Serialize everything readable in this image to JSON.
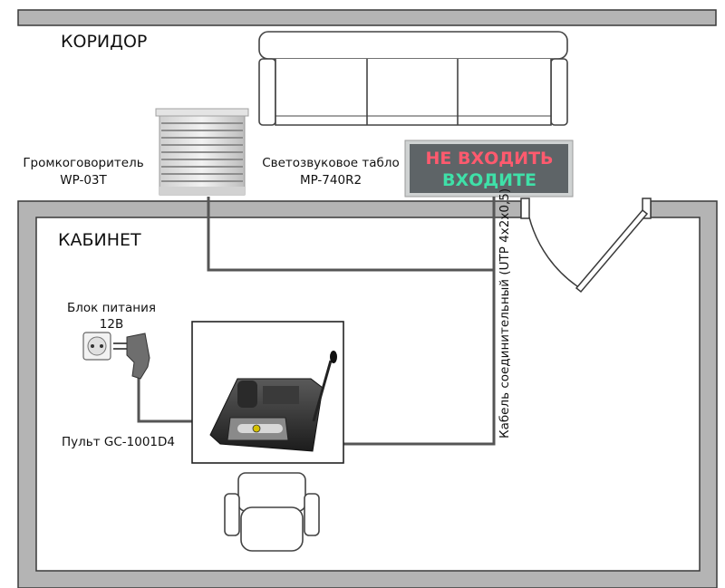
{
  "rooms": {
    "corridor": "КОРИДОР",
    "office": "КАБИНЕТ"
  },
  "labels": {
    "speaker_line1": "Громкоговоритель",
    "speaker_line2": "WP-03T",
    "board_line1": "Светозвуковое табло",
    "board_line2": "MP-740R2",
    "psu_line1": "Блок питания",
    "psu_line2": "12В",
    "console": "Пульт GC-1001D4",
    "cable": "Кабель соединительный (UTP 4x2x0,5)"
  },
  "sign": {
    "top_text": "НЕ ВХОДИТЬ",
    "bottom_text": "ВХОДИТЕ",
    "top_color": "#ff5a6e",
    "bottom_color": "#3fe0a8"
  },
  "colors": {
    "wall_fill": "#b4b4b4",
    "wall_stroke": "#3a3a3a",
    "cable": "#555555",
    "furniture_stroke": "#444444"
  }
}
